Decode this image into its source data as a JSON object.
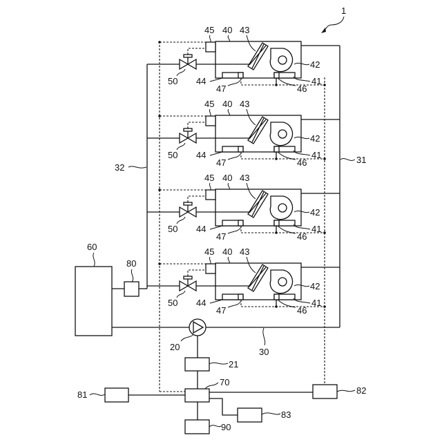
{
  "figure": {
    "reference": "1",
    "units": [
      {
        "unit": "40",
        "heat_exchanger": "43",
        "fan": "42",
        "sensor": "45",
        "valve": "50",
        "tray_left": "44",
        "tray_right": "41",
        "sensor_left": "47",
        "sensor_right": "46"
      },
      {
        "unit": "40",
        "heat_exchanger": "43",
        "fan": "42",
        "sensor": "45",
        "valve": "50",
        "tray_left": "44",
        "tray_right": "41",
        "sensor_left": "47",
        "sensor_right": "46"
      },
      {
        "unit": "40",
        "heat_exchanger": "43",
        "fan": "42",
        "sensor": "45",
        "valve": "50",
        "tray_left": "44",
        "tray_right": "41",
        "sensor_left": "47",
        "sensor_right": "46"
      },
      {
        "unit": "40",
        "heat_exchanger": "43",
        "fan": "42",
        "sensor": "45",
        "valve": "50",
        "tray_left": "44",
        "tray_right": "41",
        "sensor_left": "47",
        "sensor_right": "46"
      }
    ],
    "pipes": {
      "supply": "32",
      "return": "31",
      "main": "30"
    },
    "heat_source": "60",
    "meter": "80",
    "pump": "20",
    "pump_driver": "21",
    "controller": "70",
    "input_81": "81",
    "input_82": "82",
    "input_83": "83",
    "output_90": "90"
  }
}
